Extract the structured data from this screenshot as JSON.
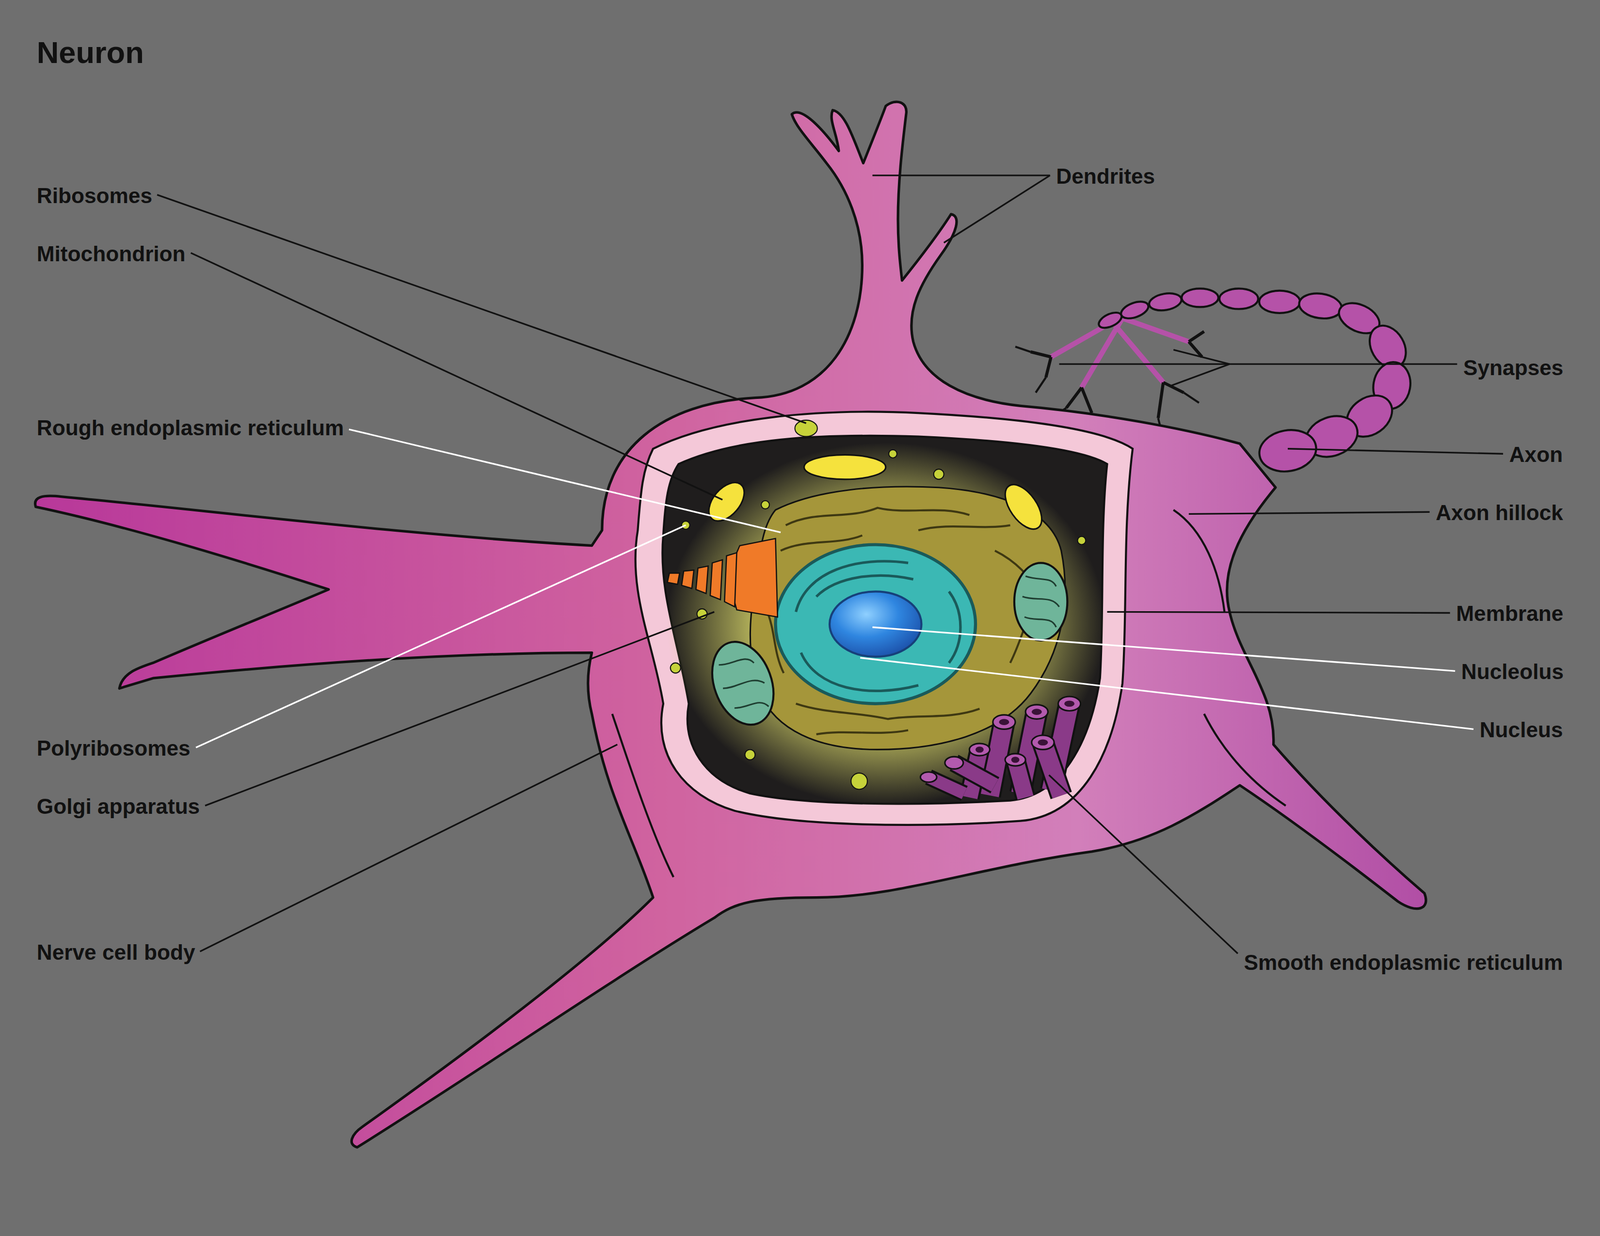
{
  "diagram": {
    "title": "Neuron",
    "labels": [
      "Ribosomes",
      "Mitochondrion",
      "Rough endoplasmic reticulum",
      "Polyribosomes",
      "Golgi apparatus",
      "Nerve cell body",
      "Dendrites",
      "Synapses",
      "Axon",
      "Axon hillock",
      "Membrane",
      "Nucleolus",
      "Nucleus",
      "Smooth endoplasmic reticulum"
    ]
  }
}
